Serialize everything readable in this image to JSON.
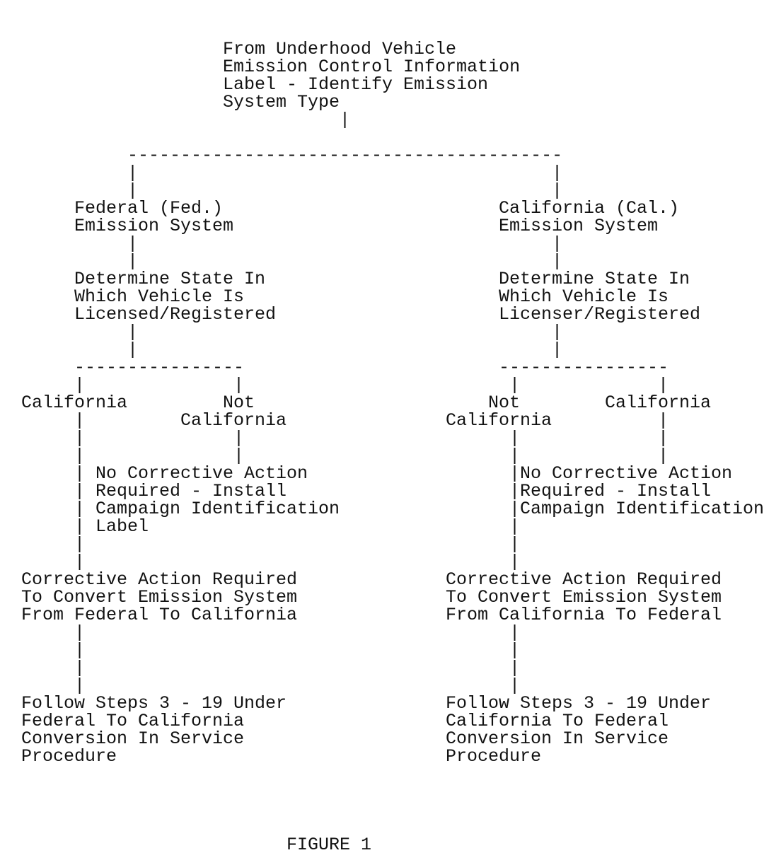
{
  "figure": {
    "caption": "FIGURE 1"
  },
  "nodes": {
    "root": "From Underhood Vehicle\nEmission Control Information\nLabel - Identify Emission\nSystem Type",
    "fed": "Federal (Fed.)\nEmission System",
    "cal": "California (Cal.)\nEmission System",
    "fed_determine": "Determine State In\nWhich Vehicle Is\nLicensed/Registered",
    "cal_determine": "Determine State In\nWhich Vehicle Is\nLicenser/Registered",
    "left_cal_label": "California",
    "left_notcal_label": "    Not\nCalifornia",
    "right_notcal_label": "    Not\nCalifornia",
    "right_cal_label": "California",
    "left_noaction": "No Corrective Action\nRequired - Install\nCampaign Identification\nLabel",
    "right_noaction": "No Corrective Action\nRequired - Install\nCampaign Identification",
    "left_corrective": "Corrective Action Required\nTo Convert Emission System\nFrom Federal To California",
    "right_corrective": "Corrective Action Required\nTo Convert Emission System\nFrom California To Federal",
    "left_follow": "Follow Steps 3 - 19 Under\nFederal To California\nConversion In Service\nProcedure",
    "right_follow": "Follow Steps 3 - 19 Under\nCalifornia To Federal\nConversion In Service\nProcedure"
  },
  "connectors": {
    "pipe1": "|",
    "pipe2": "|\n|",
    "pipe3": "|\n|\n|",
    "pipe4": "|\n|\n|\n|",
    "pipe8": "|\n|\n|\n|\n|\n|\n|\n|",
    "pipe9": "|\n|\n|\n|\n|\n|\n|\n|\n|",
    "top_split": "-----------------------------------------",
    "left_split": "----------------",
    "right_split": "----------------"
  }
}
